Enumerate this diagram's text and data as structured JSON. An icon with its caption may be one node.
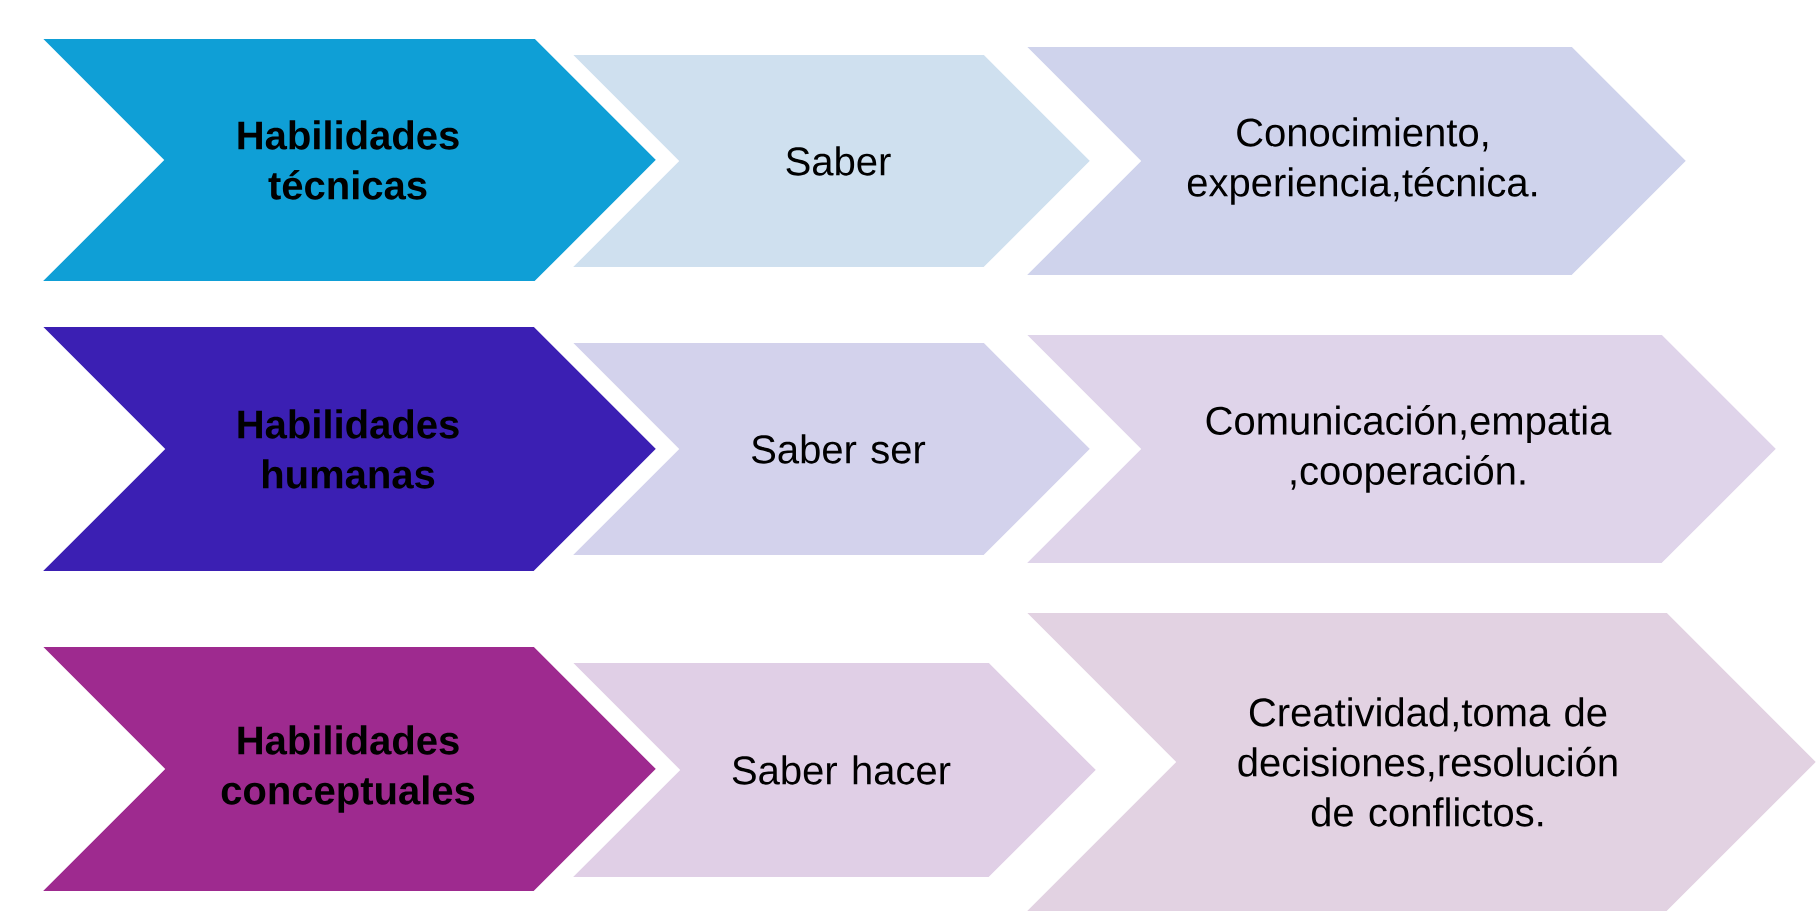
{
  "diagram": {
    "nodes": [
      {
        "text": [
          "Habilidades técnicas"
        ]
      },
      {
        "text": [
          "Saber"
        ]
      },
      {
        "text": [
          "Conocimiento, experiencia,técnica."
        ]
      },
      {
        "text": [
          "Habilidades humanas"
        ]
      },
      {
        "text": [
          "Saber ser"
        ]
      },
      {
        "text": [
          "Comunicación,empatia ,cooperación."
        ]
      },
      {
        "text": [
          "Habilidades conceptuales"
        ]
      },
      {
        "text": [
          "Saber hacer"
        ]
      },
      {
        "text": [
          "Creatividad,toma de decisiones,resolución de conflictos."
        ]
      }
    ]
  }
}
